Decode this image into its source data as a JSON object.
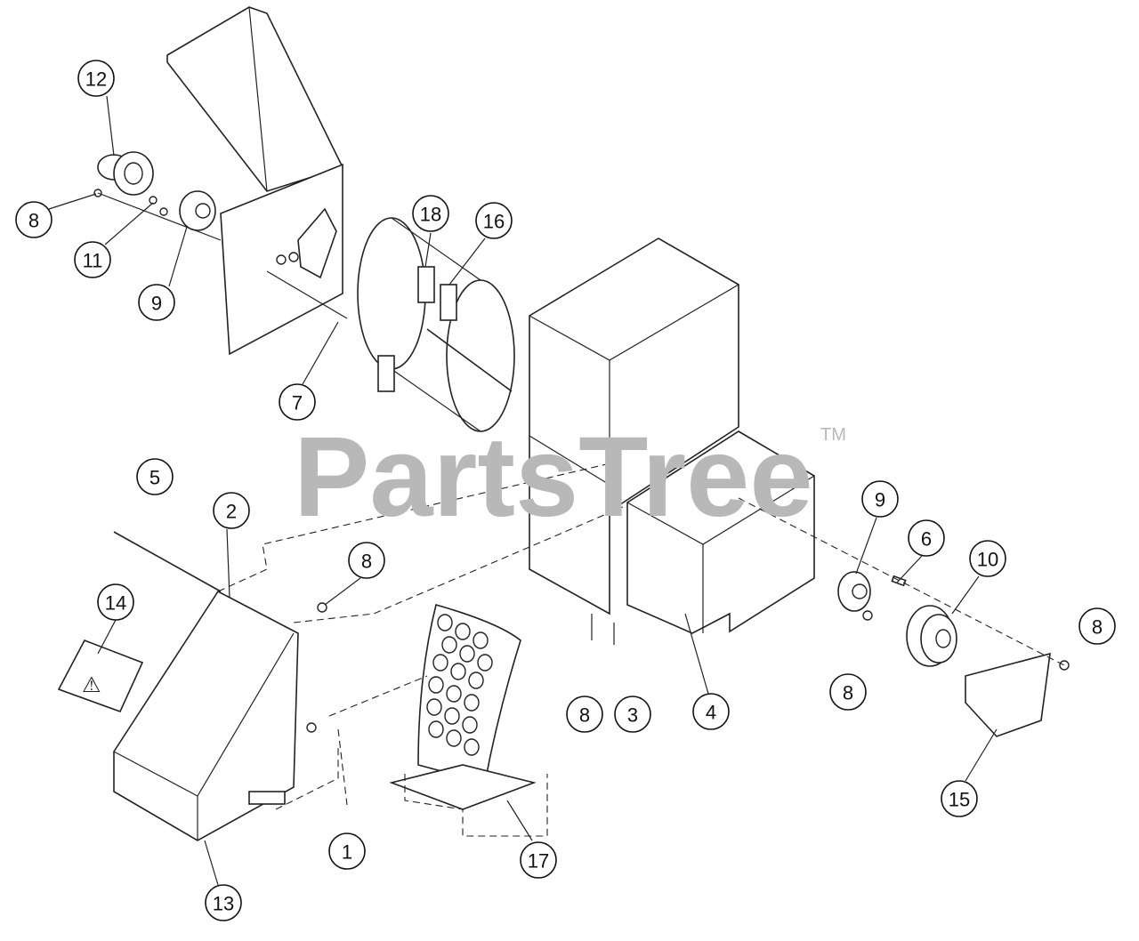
{
  "watermark": {
    "brand": "PartsTree",
    "trademark": "TM"
  },
  "callouts": [
    "12",
    "8",
    "11",
    "9",
    "18",
    "16",
    "7",
    "5",
    "2",
    "8",
    "14",
    "8",
    "3",
    "4",
    "9",
    "6",
    "10",
    "8",
    "8",
    "15",
    "1",
    "17",
    "13"
  ]
}
